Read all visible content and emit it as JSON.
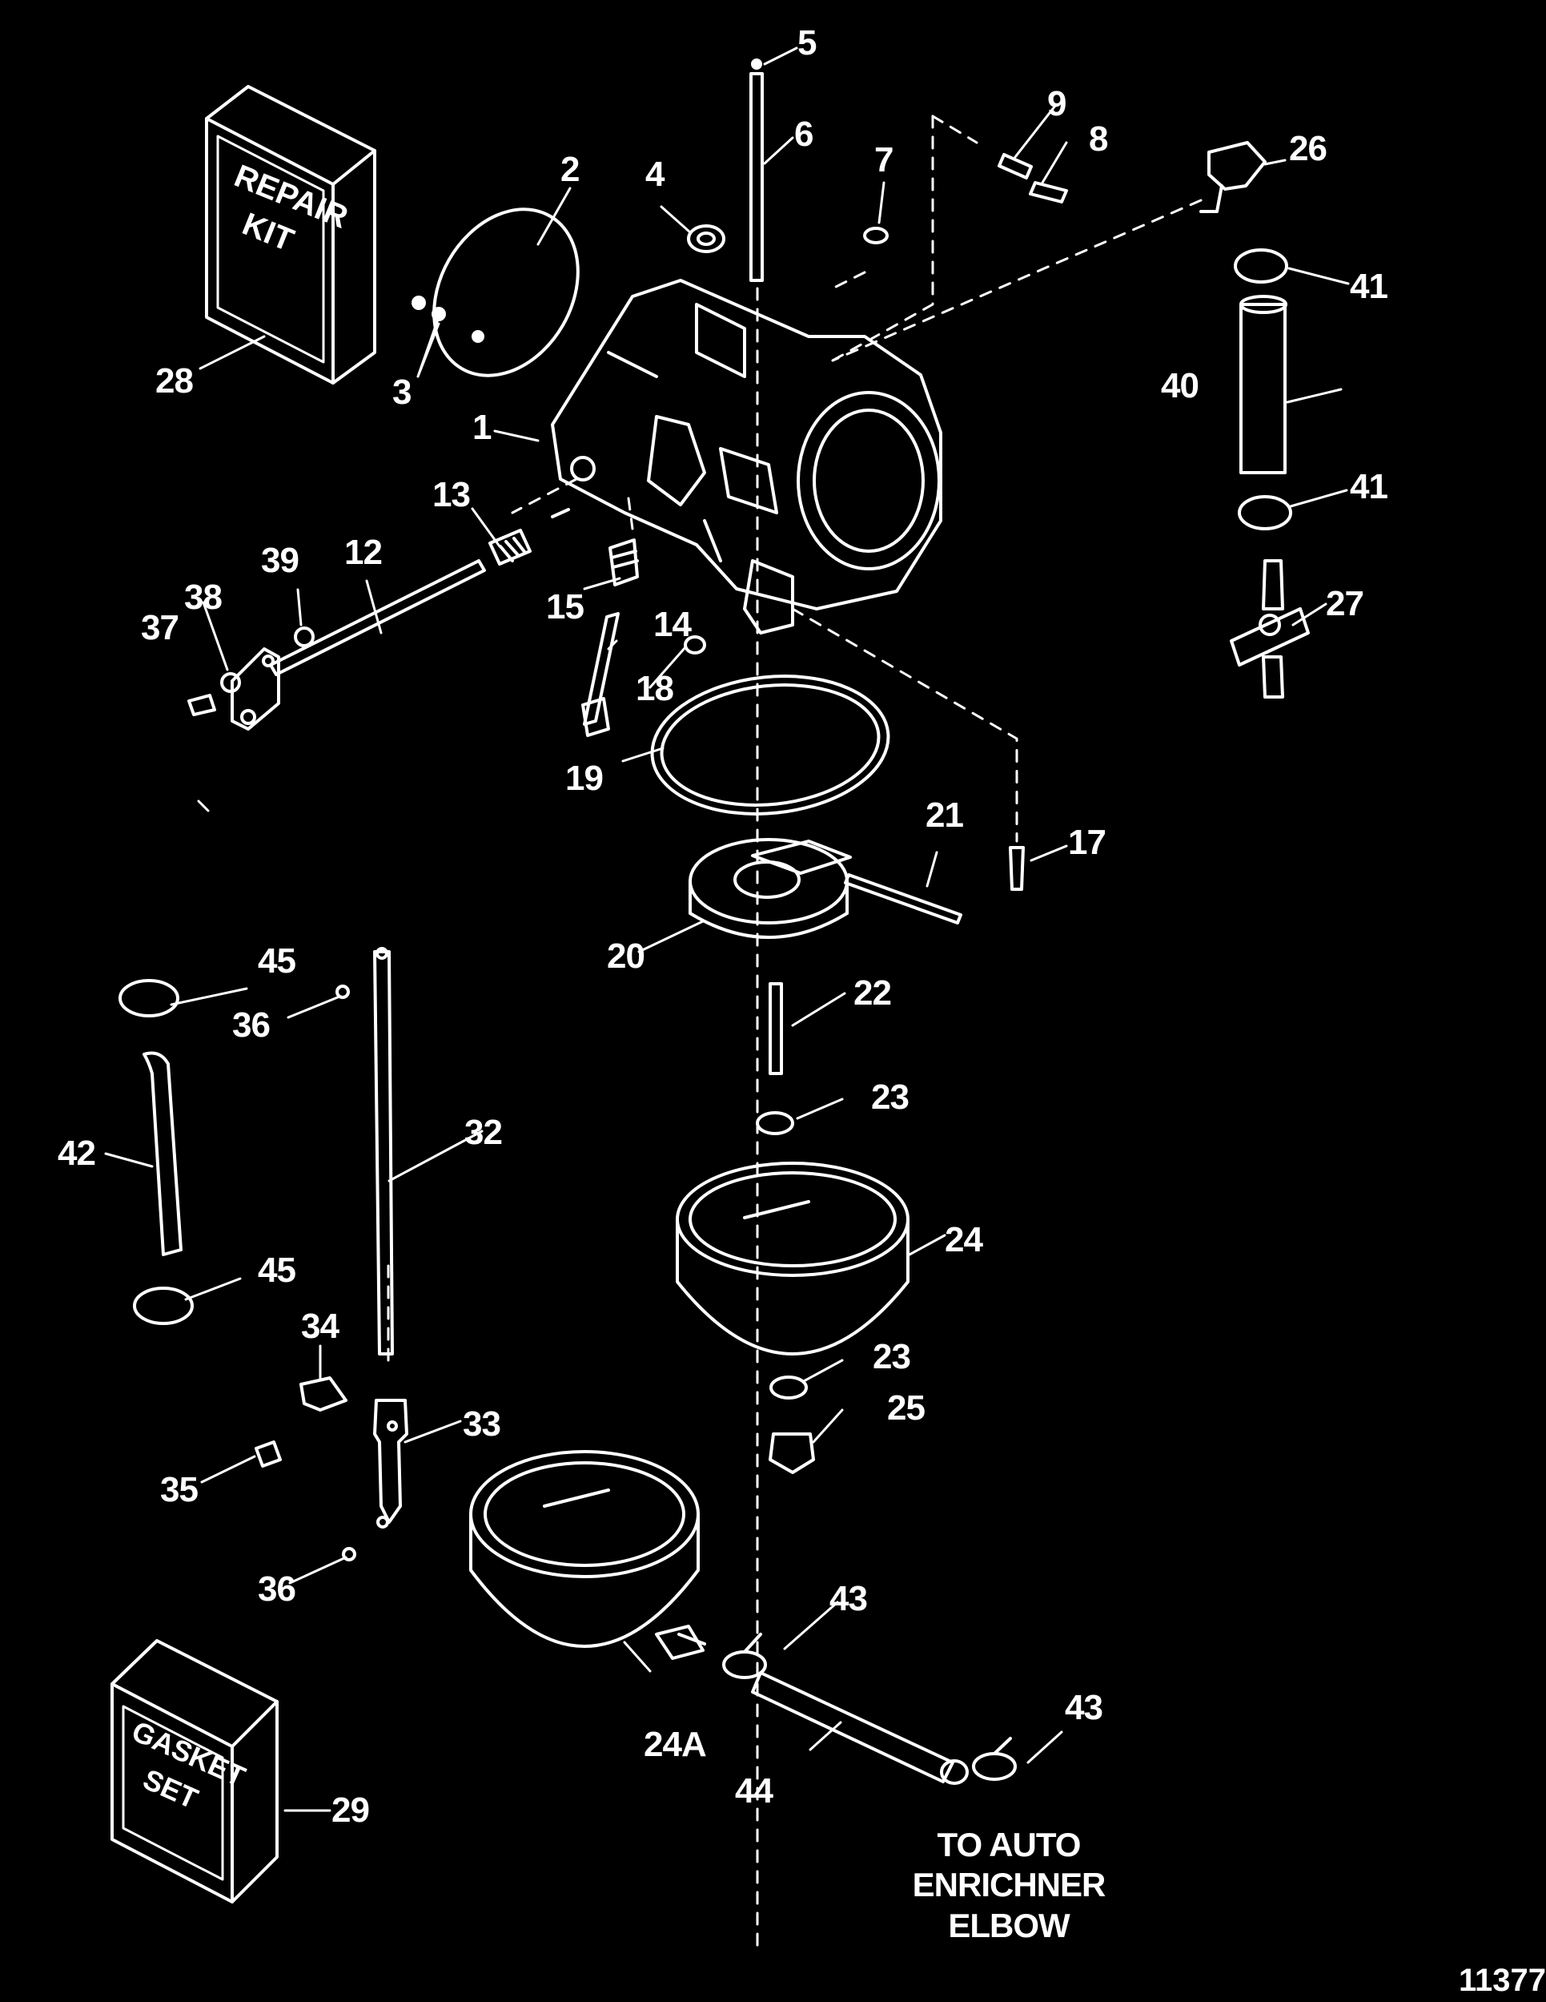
{
  "figure_id": "11377",
  "note": {
    "line1": "TO AUTO",
    "line2": "ENRICHNER",
    "line3": "ELBOW"
  },
  "box_labels": {
    "repair_kit_line1": "REPAIR",
    "repair_kit_line2": "KIT",
    "gasket_set_line1": "GASKET",
    "gasket_set_line2": "SET"
  },
  "callouts": {
    "c1": "1",
    "c2": "2",
    "c3": "3",
    "c4": "4",
    "c5": "5",
    "c6": "6",
    "c7": "7",
    "c8": "8",
    "c9": "9",
    "c12": "12",
    "c13": "13",
    "c14": "14",
    "c15": "15",
    "c17": "17",
    "c18": "18",
    "c19": "19",
    "c20": "20",
    "c21": "21",
    "c22": "22",
    "c23a": "23",
    "c23b": "23",
    "c24": "24",
    "c24a": "24A",
    "c25": "25",
    "c26": "26",
    "c27": "27",
    "c28": "28",
    "c29": "29",
    "c32": "32",
    "c33": "33",
    "c34": "34",
    "c35": "35",
    "c36a": "36",
    "c36b": "36",
    "c37": "37",
    "c38": "38",
    "c39": "39",
    "c40": "40",
    "c41a": "41",
    "c41b": "41",
    "c42": "42",
    "c43a": "43",
    "c43b": "43",
    "c44": "44",
    "c45a": "45",
    "c45b": "45"
  }
}
